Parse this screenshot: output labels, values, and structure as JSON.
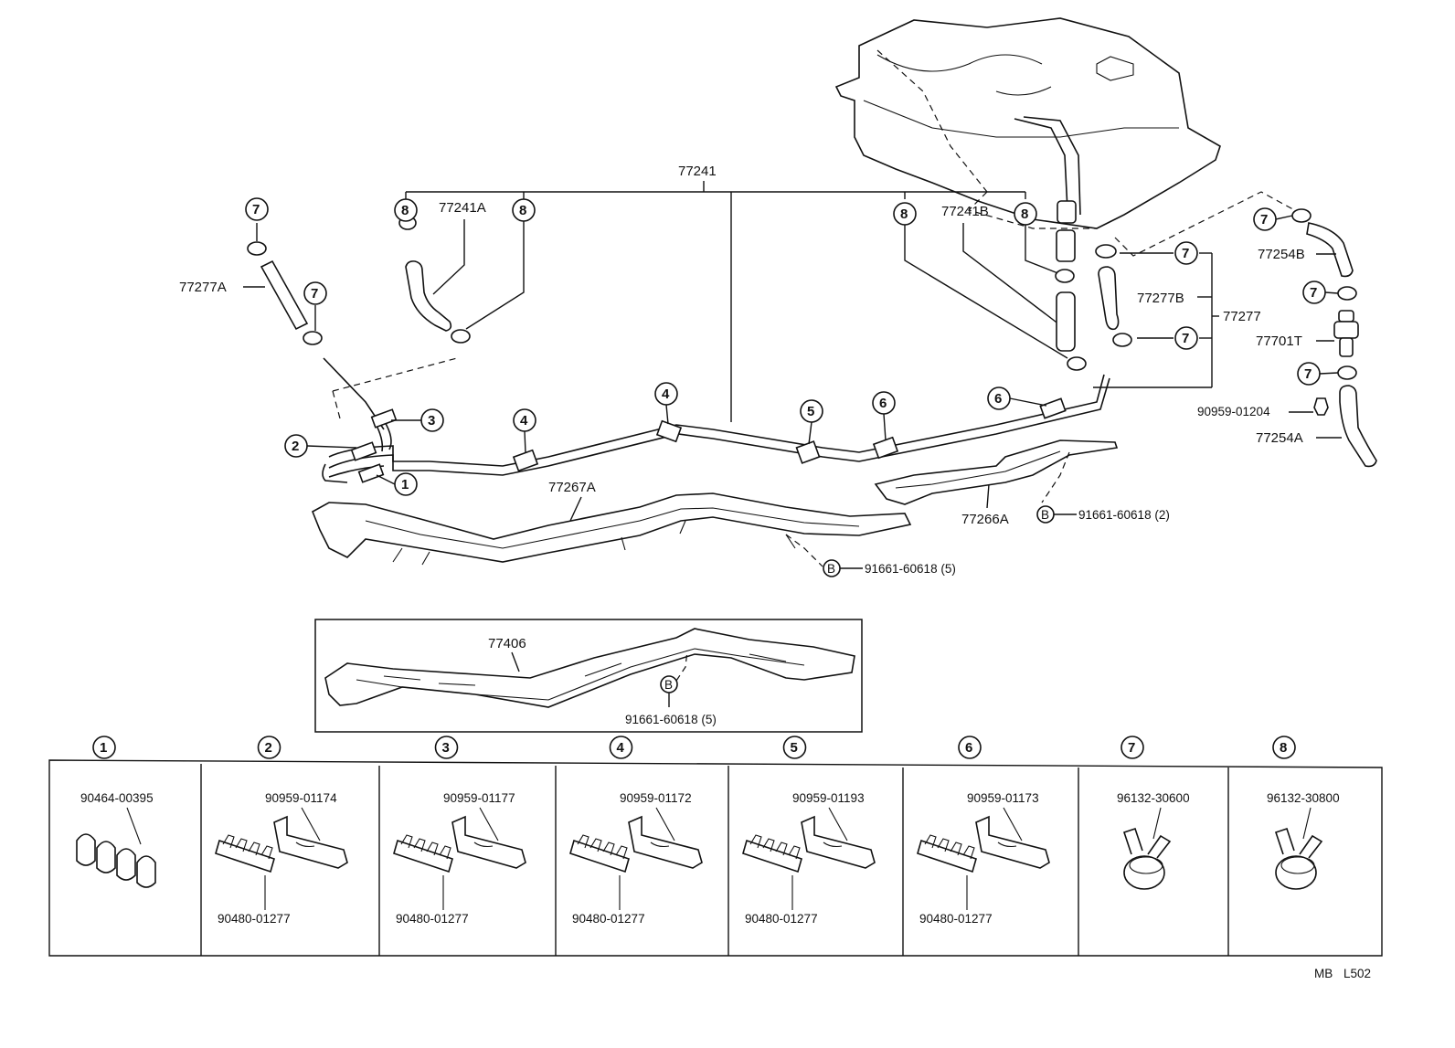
{
  "callouts": {
    "c1": "1",
    "c2": "2",
    "c3": "3",
    "c4": "4",
    "c5": "5",
    "c6": "6",
    "c7": "7",
    "c8": "8",
    "b": "B"
  },
  "labels": {
    "main_assembly": "77241",
    "hose_a": "77241A",
    "hose_b": "77241B",
    "tube_77277A": "77277A",
    "tube_77277B": "77277B",
    "assembly_77277": "77277",
    "hose_77254B": "77254B",
    "valve_77701T": "77701T",
    "clip_90959_01204": "90959-01204",
    "hose_77254A": "77254A",
    "protector_77267A": "77267A",
    "protector_77266A": "77266A",
    "bolt_right": "91661-60618 (2)",
    "bolt_center": "91661-60618 (5)",
    "inset_part": "77406",
    "inset_bolt": "91661-60618 (5)"
  },
  "legend": [
    {
      "num": "1",
      "parts": [
        "90464-00395"
      ]
    },
    {
      "num": "2",
      "parts": [
        "90959-01174",
        "90480-01277"
      ]
    },
    {
      "num": "3",
      "parts": [
        "90959-01177",
        "90480-01277"
      ]
    },
    {
      "num": "4",
      "parts": [
        "90959-01172",
        "90480-01277"
      ]
    },
    {
      "num": "5",
      "parts": [
        "90959-01193",
        "90480-01277"
      ]
    },
    {
      "num": "6",
      "parts": [
        "90959-01173",
        "90480-01277"
      ]
    },
    {
      "num": "7",
      "parts": [
        "96132-30600"
      ]
    },
    {
      "num": "8",
      "parts": [
        "96132-30800"
      ]
    }
  ],
  "footer": {
    "code_left": "MB",
    "code_right": "L502"
  }
}
